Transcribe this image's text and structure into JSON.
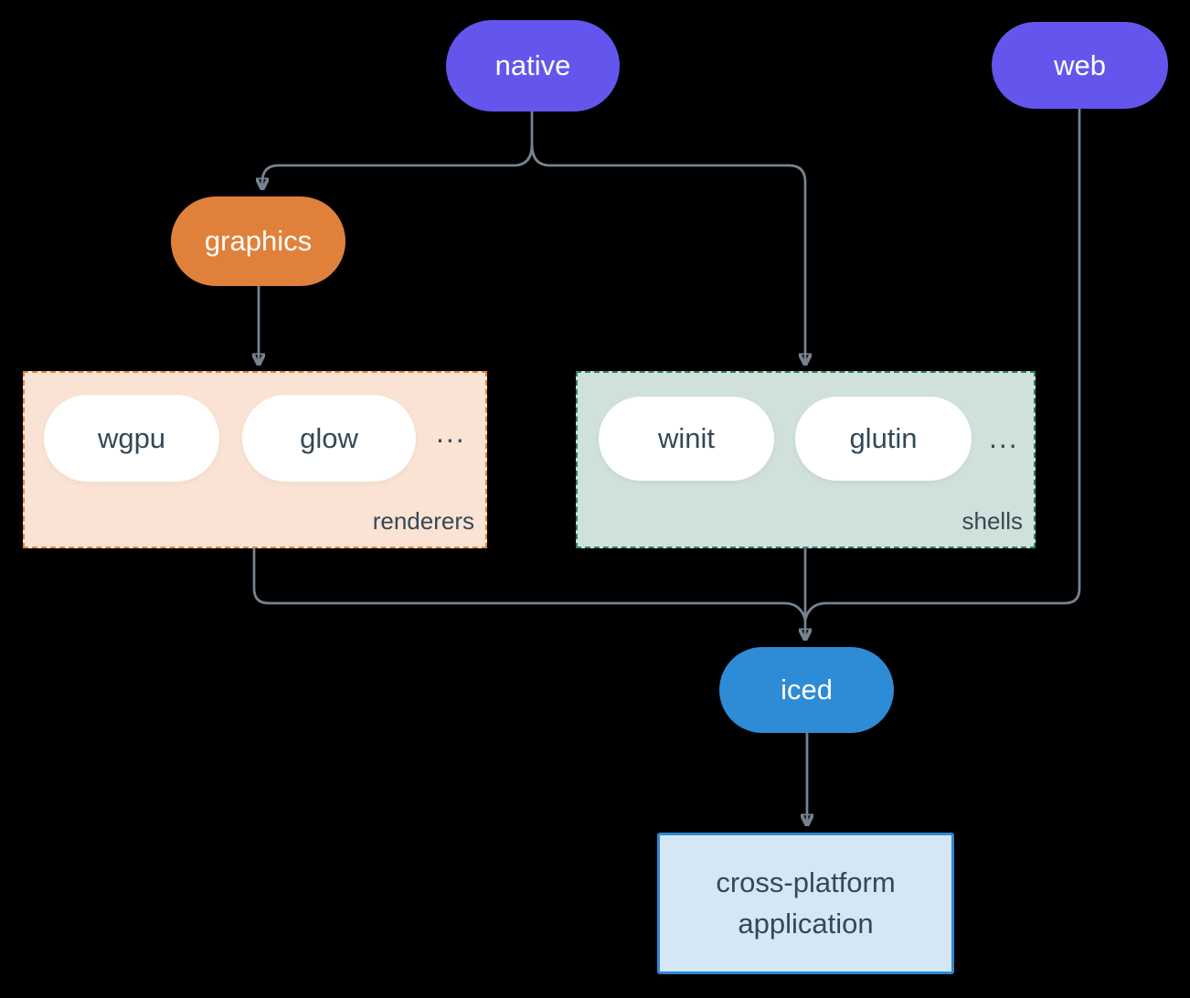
{
  "colors": {
    "background": "#000000",
    "node_purple": "#6456ec",
    "node_orange": "#e0813b",
    "node_blue": "#2e8bd6",
    "edge": "#76838f",
    "dark_text": "#354856",
    "renderers_fill": "#fae3d4",
    "renderers_border": "#e0853e",
    "shells_fill": "#d0e0da",
    "shells_border": "#2e7f72",
    "app_fill": "#d5e7f7",
    "app_border": "#2e87d3"
  },
  "nodes": {
    "native": "native",
    "web": "web",
    "graphics": "graphics",
    "iced": "iced",
    "app_line1": "cross-platform",
    "app_line2": "application"
  },
  "groups": {
    "renderers": {
      "label": "renderers",
      "items": [
        "wgpu",
        "glow"
      ],
      "ellipsis": "..."
    },
    "shells": {
      "label": "shells",
      "items": [
        "winit",
        "glutin"
      ],
      "ellipsis": "..."
    }
  }
}
